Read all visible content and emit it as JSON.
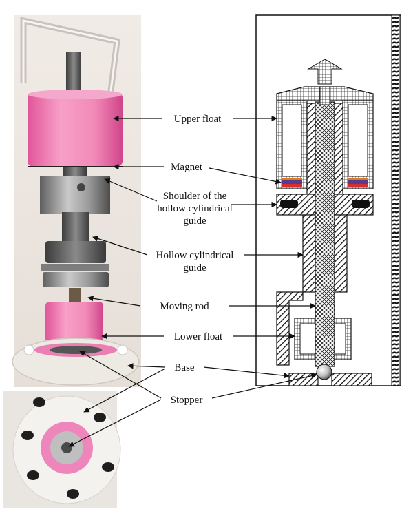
{
  "labels": {
    "upper_float": "Upper float",
    "magnet": "Magnet",
    "shoulder": [
      "Shoulder of the",
      "hollow cylindrical",
      "guide"
    ],
    "hollow_guide": [
      "Hollow cylindrical",
      "guide"
    ],
    "moving_rod": "Moving rod",
    "lower_float": "Lower float",
    "base": "Base",
    "stopper": "Stopper"
  },
  "colors": {
    "float_pink": "#f07fb8",
    "metal_gray": "#8f8f8f",
    "base_white": "#ece8e2",
    "magnet_red": "#d23030",
    "magnet_purple": "#5a3a8c",
    "magnet_orange": "#e07a20"
  }
}
